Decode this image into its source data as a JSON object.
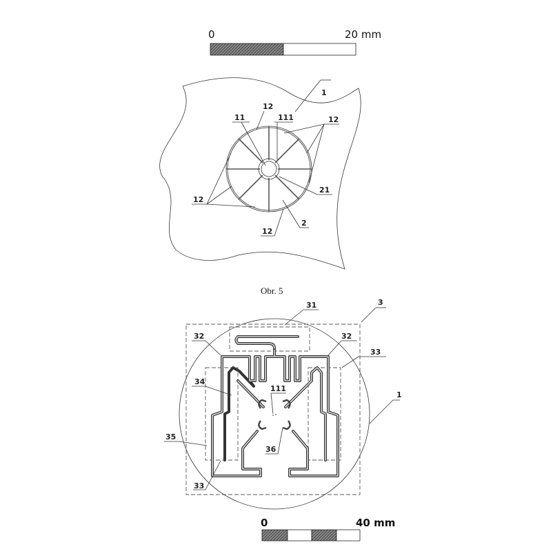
{
  "scale_bar_top": {
    "zero": "0",
    "end": "20 mm"
  },
  "figure5": {
    "caption": "Obr. 5",
    "labels": {
      "l1": "1",
      "l12_top": "12",
      "l11": "11",
      "l111": "111",
      "l12_right": "12",
      "l21": "21",
      "l12_left": "12",
      "l2": "2",
      "l12_bottom": "12"
    }
  },
  "figure6": {
    "labels": {
      "l3": "3",
      "l31": "31",
      "l32_left": "32",
      "l32_right": "32",
      "l33_right": "33",
      "l34": "34",
      "l111": "111",
      "l1": "1",
      "l35": "35",
      "l36": "36",
      "l33_bottom": "33"
    }
  },
  "scale_bar_bottom": {
    "zero": "0",
    "end": "40 mm"
  }
}
